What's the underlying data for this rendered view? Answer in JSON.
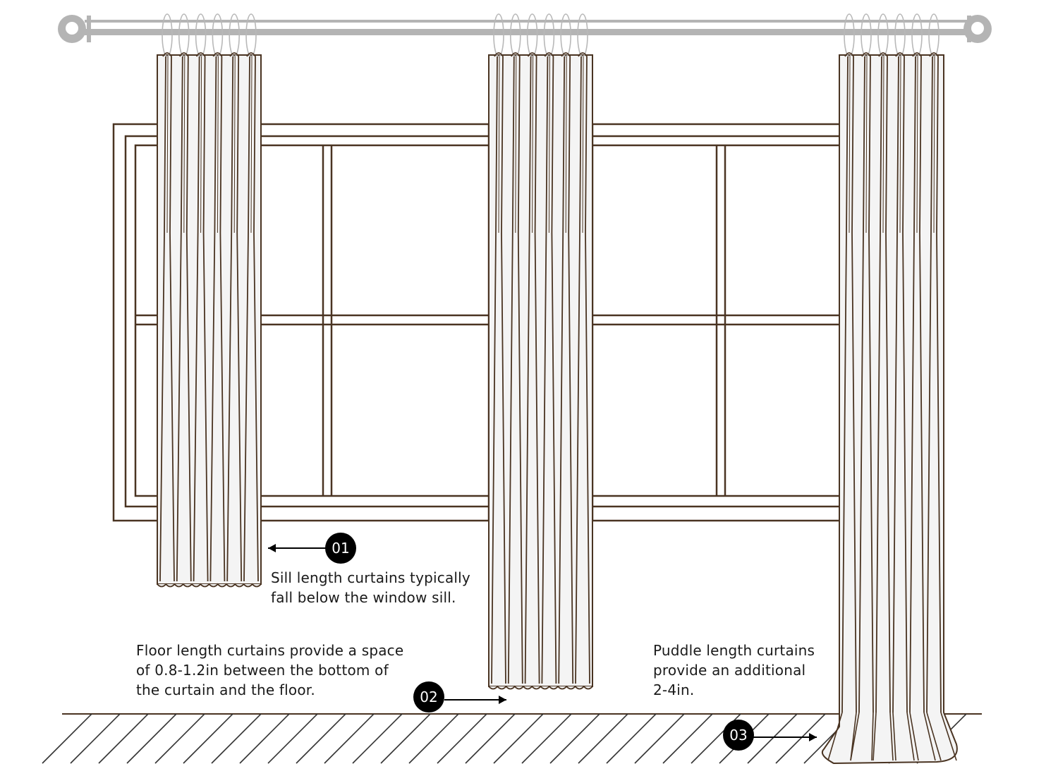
{
  "colors": {
    "line": "#4a3422",
    "rod": "#b4b4b4",
    "fabric": "#f4f4f4",
    "badge": "#000000"
  },
  "annotations": [
    {
      "number": "01",
      "lines": [
        "Sill length curtains typically",
        "fall below the window sill."
      ]
    },
    {
      "number": "02",
      "lines": [
        "Floor length curtains provide a space",
        "of 0.8-1.2in between the bottom of",
        "the curtain and the floor."
      ]
    },
    {
      "number": "03",
      "lines": [
        "Puddle length curtains",
        "provide an additional",
        "2-4in."
      ]
    }
  ]
}
